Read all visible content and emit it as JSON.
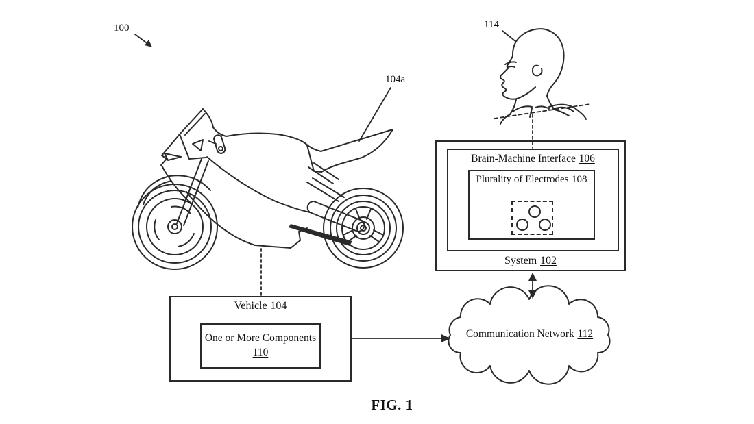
{
  "figure": {
    "caption": "FIG. 1",
    "overall_ref": "100"
  },
  "callouts": {
    "vehicle": "104a",
    "user": "114"
  },
  "boxes": {
    "system": {
      "label": "System",
      "ref": "102"
    },
    "bmi": {
      "label": "Brain-Machine Interface",
      "ref": "106"
    },
    "electrodes": {
      "label": "Plurality of Electrodes",
      "ref": "108"
    },
    "vehicle": {
      "label": "Vehicle",
      "ref": "104"
    },
    "components": {
      "label": "One or More Components",
      "ref": "110"
    }
  },
  "cloud": {
    "label": "Communication Network",
    "ref": "112"
  },
  "artwork": {
    "motorcycle": "motorcycle-line-art",
    "head": "user-head-profile-line-art",
    "cloud": "cloud-outline",
    "electrode_pad": "dashed-electrode-pad-with-three-circles"
  },
  "colors": {
    "line": "#2a2a2a",
    "text": "#111111",
    "background": "#ffffff"
  }
}
